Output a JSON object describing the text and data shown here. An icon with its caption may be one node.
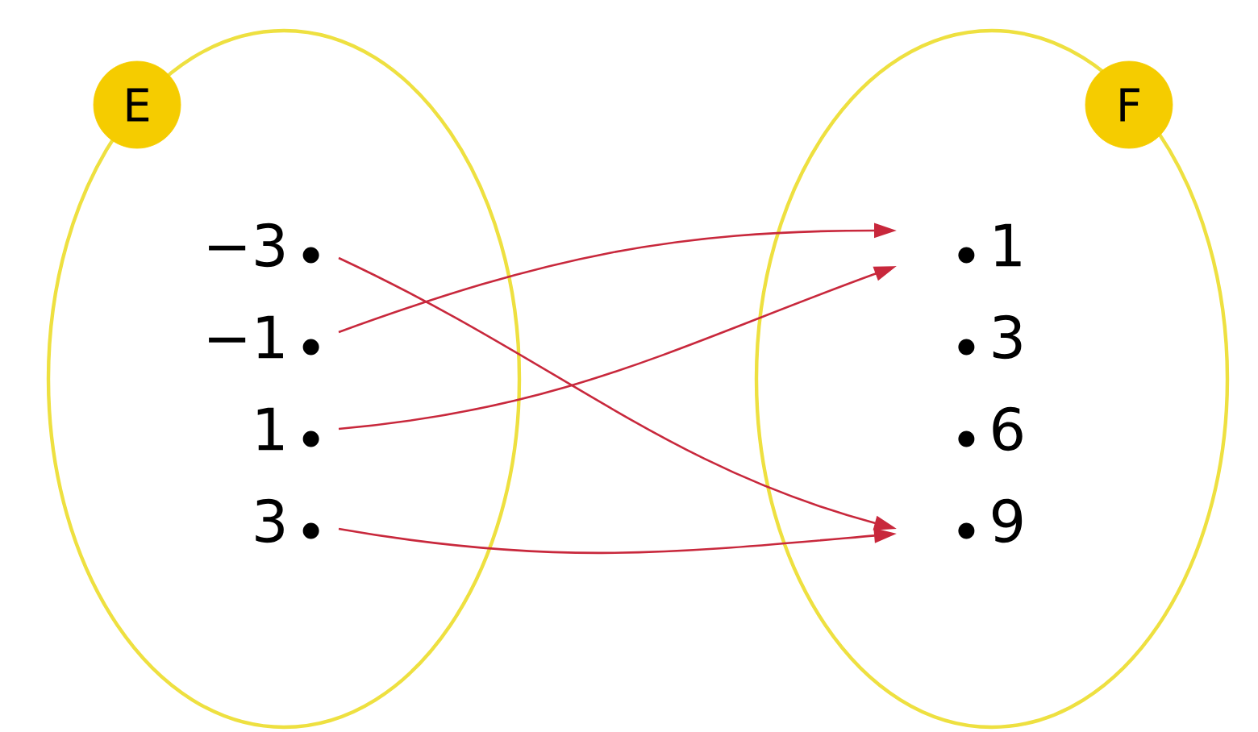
{
  "diagram": {
    "nodes": [
      {
        "text": [
          "E"
        ]
      },
      {
        "text": [
          "−3"
        ],
        "in": 0
      },
      {
        "text": [
          "−1"
        ],
        "in": 0
      },
      {
        "text": [
          "1"
        ],
        "in": 0
      },
      {
        "text": [
          "3"
        ],
        "in": 0
      },
      {
        "text": [
          "F"
        ]
      },
      {
        "text": [
          "1"
        ],
        "in": 5
      },
      {
        "text": [
          "3"
        ],
        "in": 5
      },
      {
        "text": [
          "6"
        ],
        "in": 5
      },
      {
        "text": [
          "9"
        ],
        "in": 5
      }
    ],
    "edges": [
      {
        "from": 1,
        "to": 9,
        "arrow": "to"
      },
      {
        "from": 2,
        "to": 6,
        "arrow": "to"
      },
      {
        "from": 3,
        "to": 6,
        "arrow": "to"
      },
      {
        "from": 4,
        "to": 9,
        "arrow": "to"
      }
    ]
  }
}
